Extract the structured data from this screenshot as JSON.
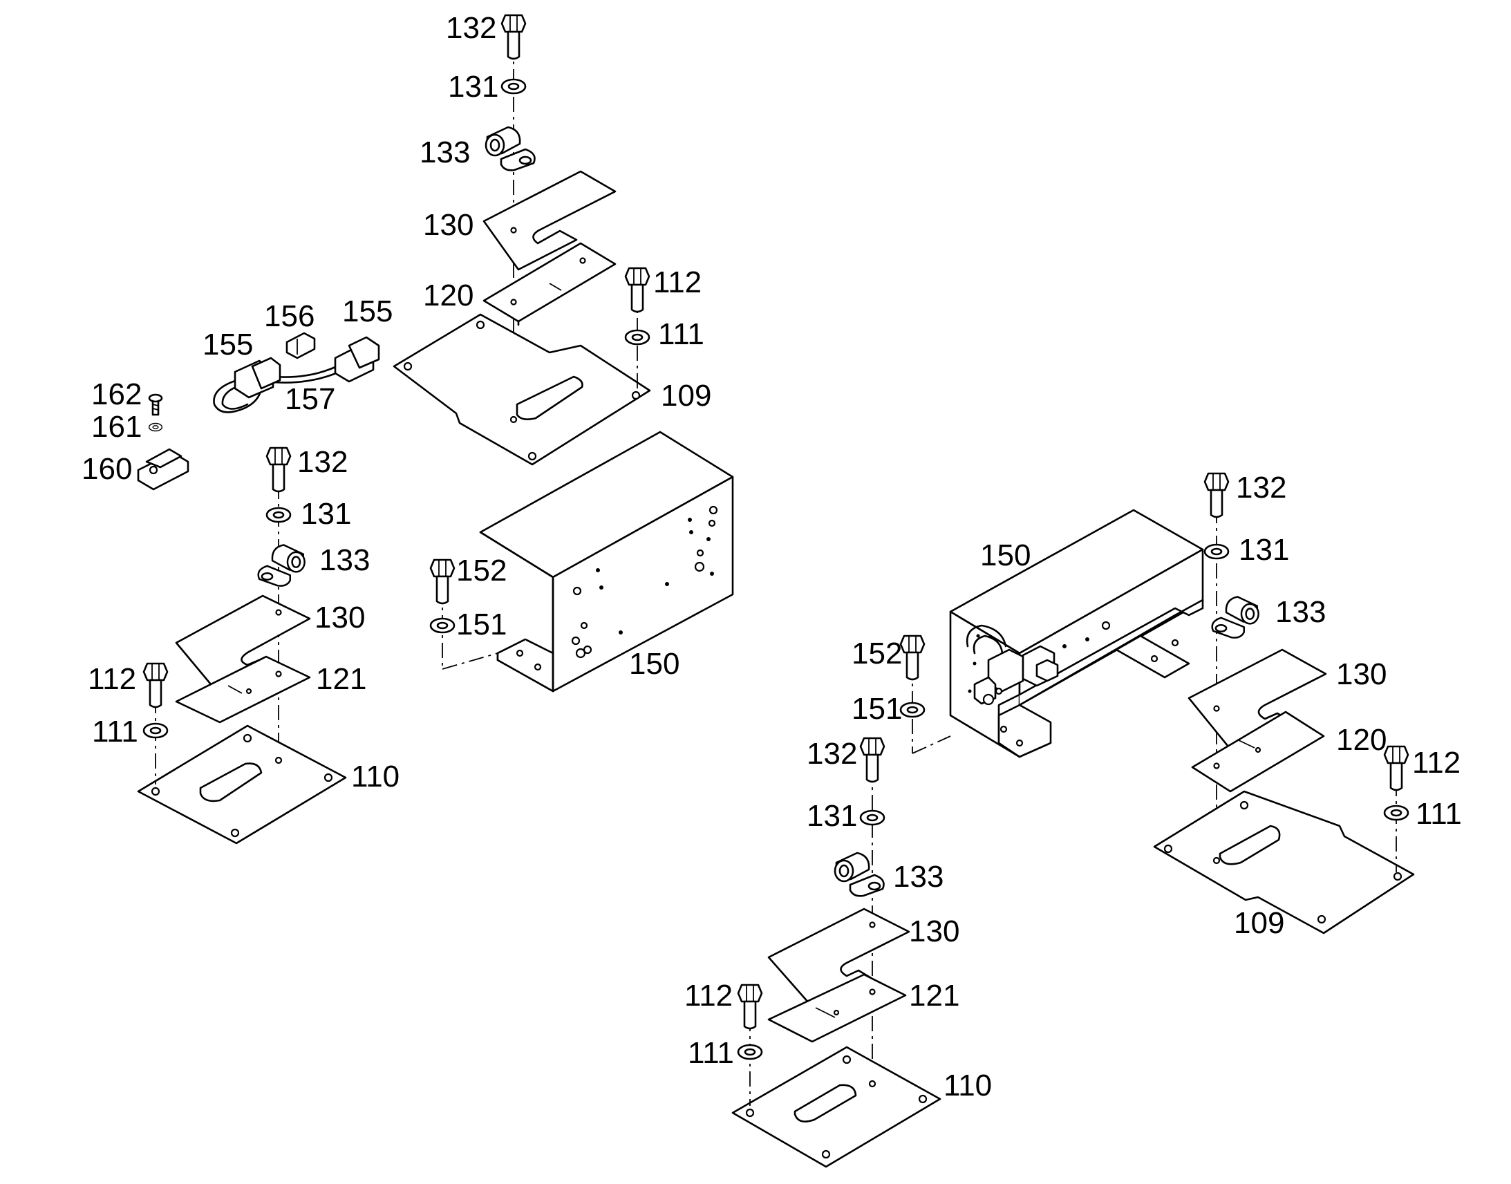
{
  "diagram": {
    "parts": {
      "p109": "109",
      "p110": "110",
      "p111": "111",
      "p112": "112",
      "p120": "120",
      "p121": "121",
      "p130": "130",
      "p131": "131",
      "p132": "132",
      "p133": "133",
      "p150": "150",
      "p151": "151",
      "p152": "152",
      "p155": "155",
      "p156": "156",
      "p157": "157",
      "p160": "160",
      "p161": "161",
      "p162": "162"
    }
  }
}
